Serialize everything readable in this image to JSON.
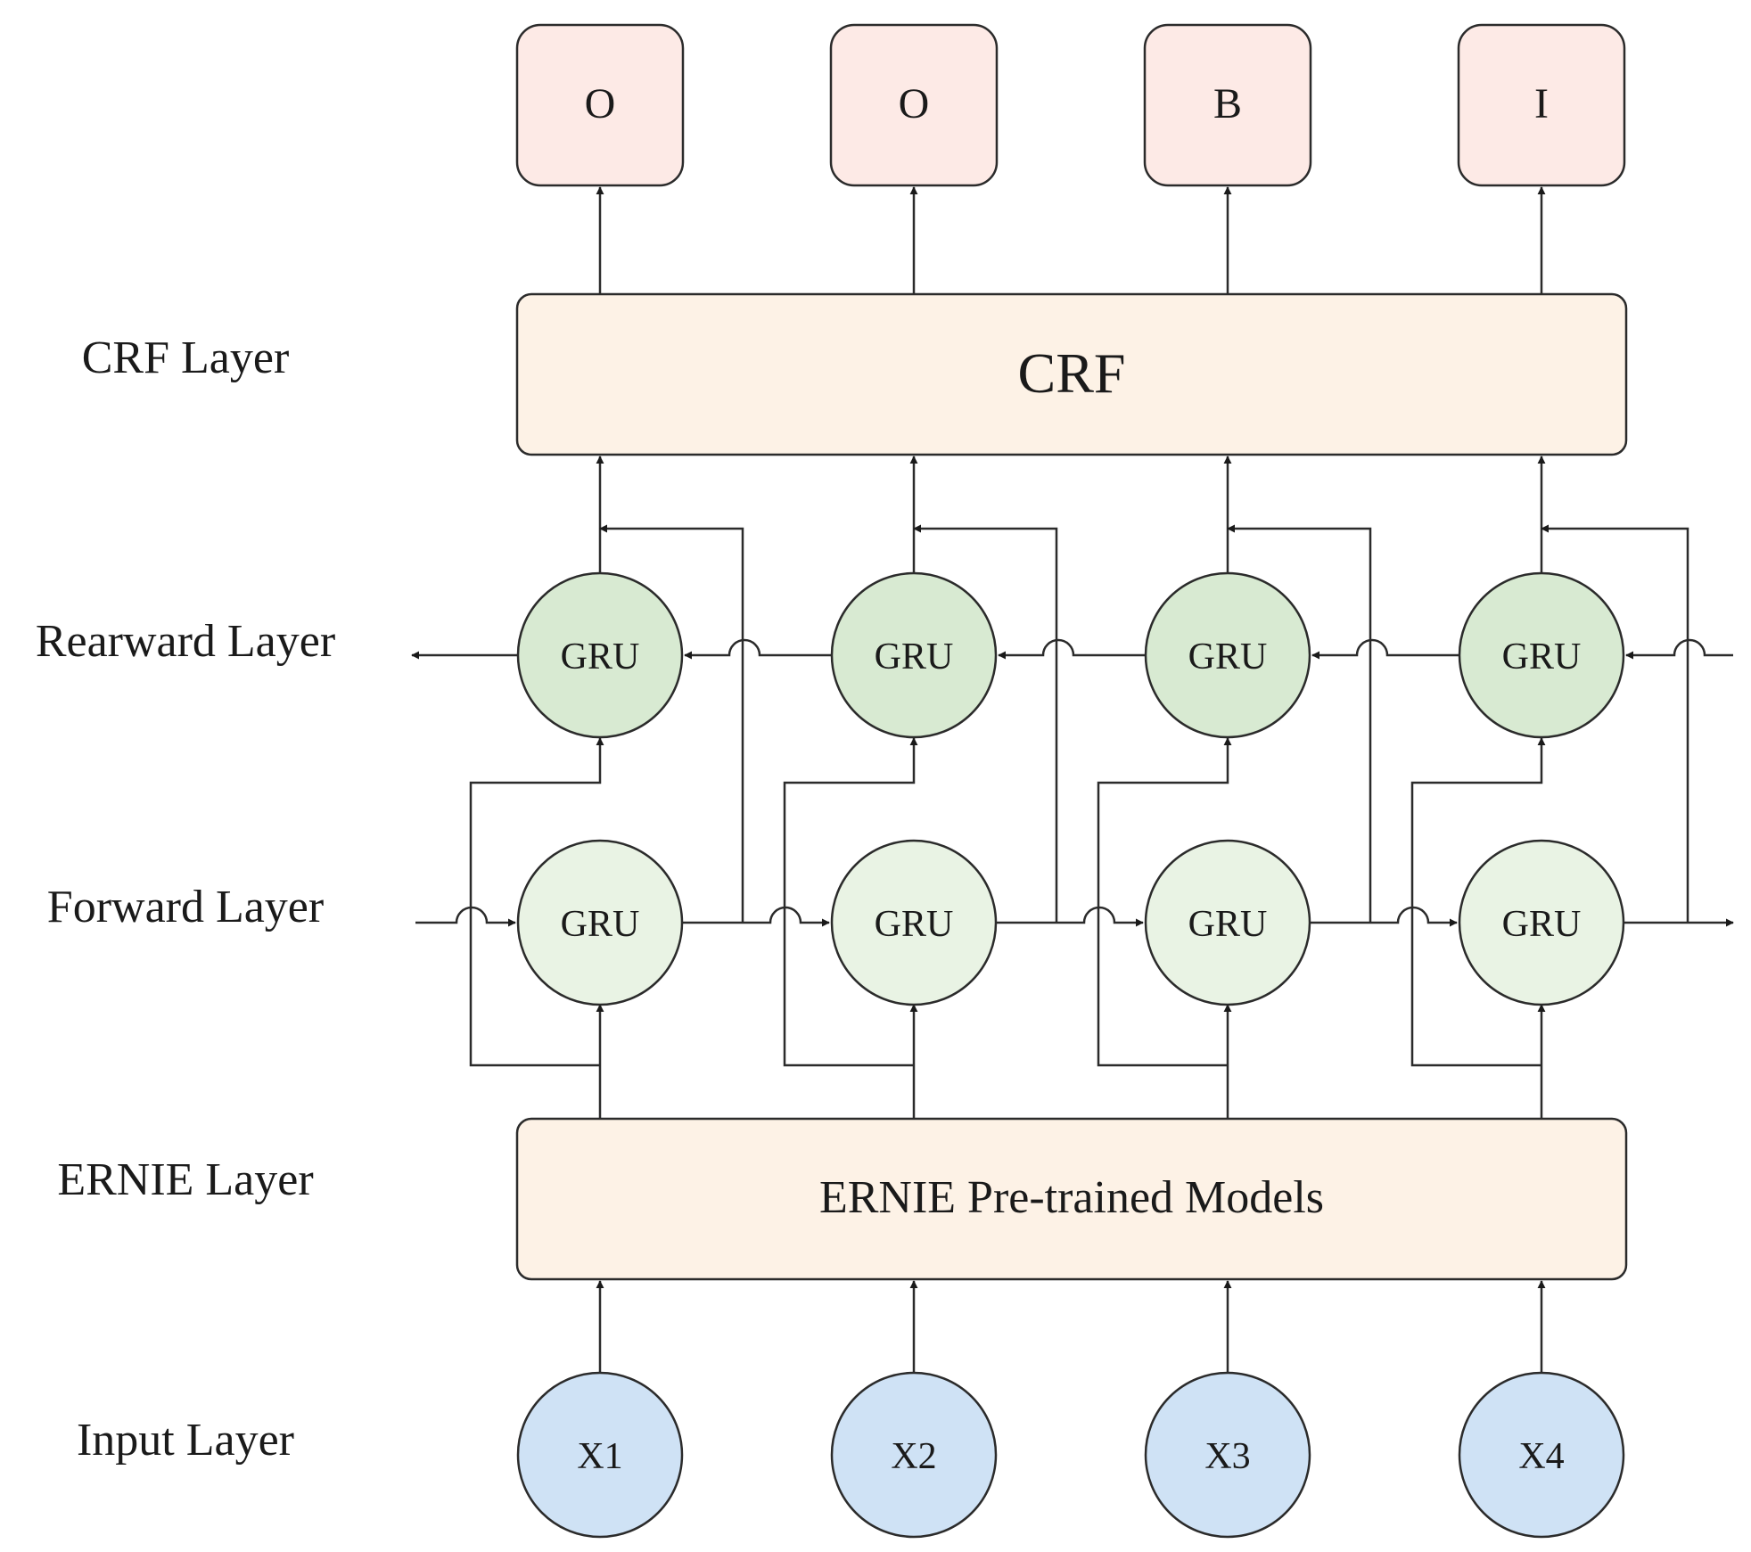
{
  "layers": {
    "crf": "CRF Layer",
    "rearward": "Rearward Layer",
    "forward": "Forward Layer",
    "ernie": "ERNIE Layer",
    "input": "Input Layer"
  },
  "outputs": [
    "O",
    "O",
    "B",
    "I"
  ],
  "crf_box": "CRF",
  "gru_label": "GRU",
  "ernie_box": "ERNIE Pre-trained Models",
  "inputs": [
    "X1",
    "X2",
    "X3",
    "X4"
  ],
  "colors": {
    "output_fill": "#fdeae6",
    "crf_fill": "#fdf2e6",
    "rearward_fill": "#d8ead2",
    "forward_fill": "#e9f3e4",
    "input_fill": "#cfe2f5",
    "stroke": "#2b2b2b"
  }
}
